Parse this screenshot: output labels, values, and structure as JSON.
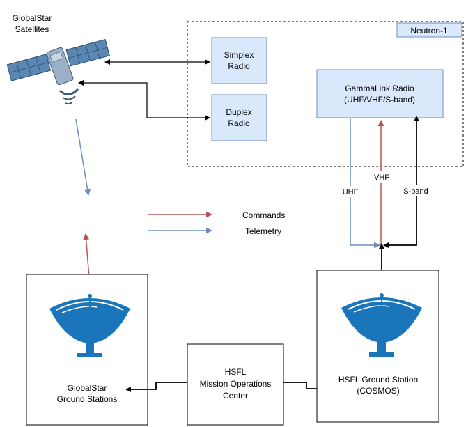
{
  "satellites": {
    "label_line1": "GlobalStar",
    "label_line2": "Satellites"
  },
  "spacecraft": {
    "label": "Neutron-1"
  },
  "simplex": {
    "line1": "Simplex",
    "line2": "Radio"
  },
  "duplex": {
    "line1": "Duplex",
    "line2": "Radio"
  },
  "gammalink": {
    "line1": "GammaLink Radio",
    "line2": "(UHF/VHF/S-band)"
  },
  "links": {
    "uhf": "UHF",
    "vhf": "VHF",
    "sband": "S-band"
  },
  "legend": {
    "commands": "Commands",
    "telemetry": "Telemetry"
  },
  "globalstar_ground": {
    "line1": "GlobalStar",
    "line2": "Ground Stations"
  },
  "moc": {
    "line1": "HSFL",
    "line2": "Mission Operations",
    "line3": "Center"
  },
  "hsfl_ground": {
    "line1": "HSFL Ground Station",
    "line2": "(COSMOS)"
  },
  "colors": {
    "box_fill": "#dae8fc",
    "box_stroke": "#6c8ebf",
    "command": "#b85450",
    "telemetry": "#6c8ebf",
    "dish": "#1b75bb"
  }
}
